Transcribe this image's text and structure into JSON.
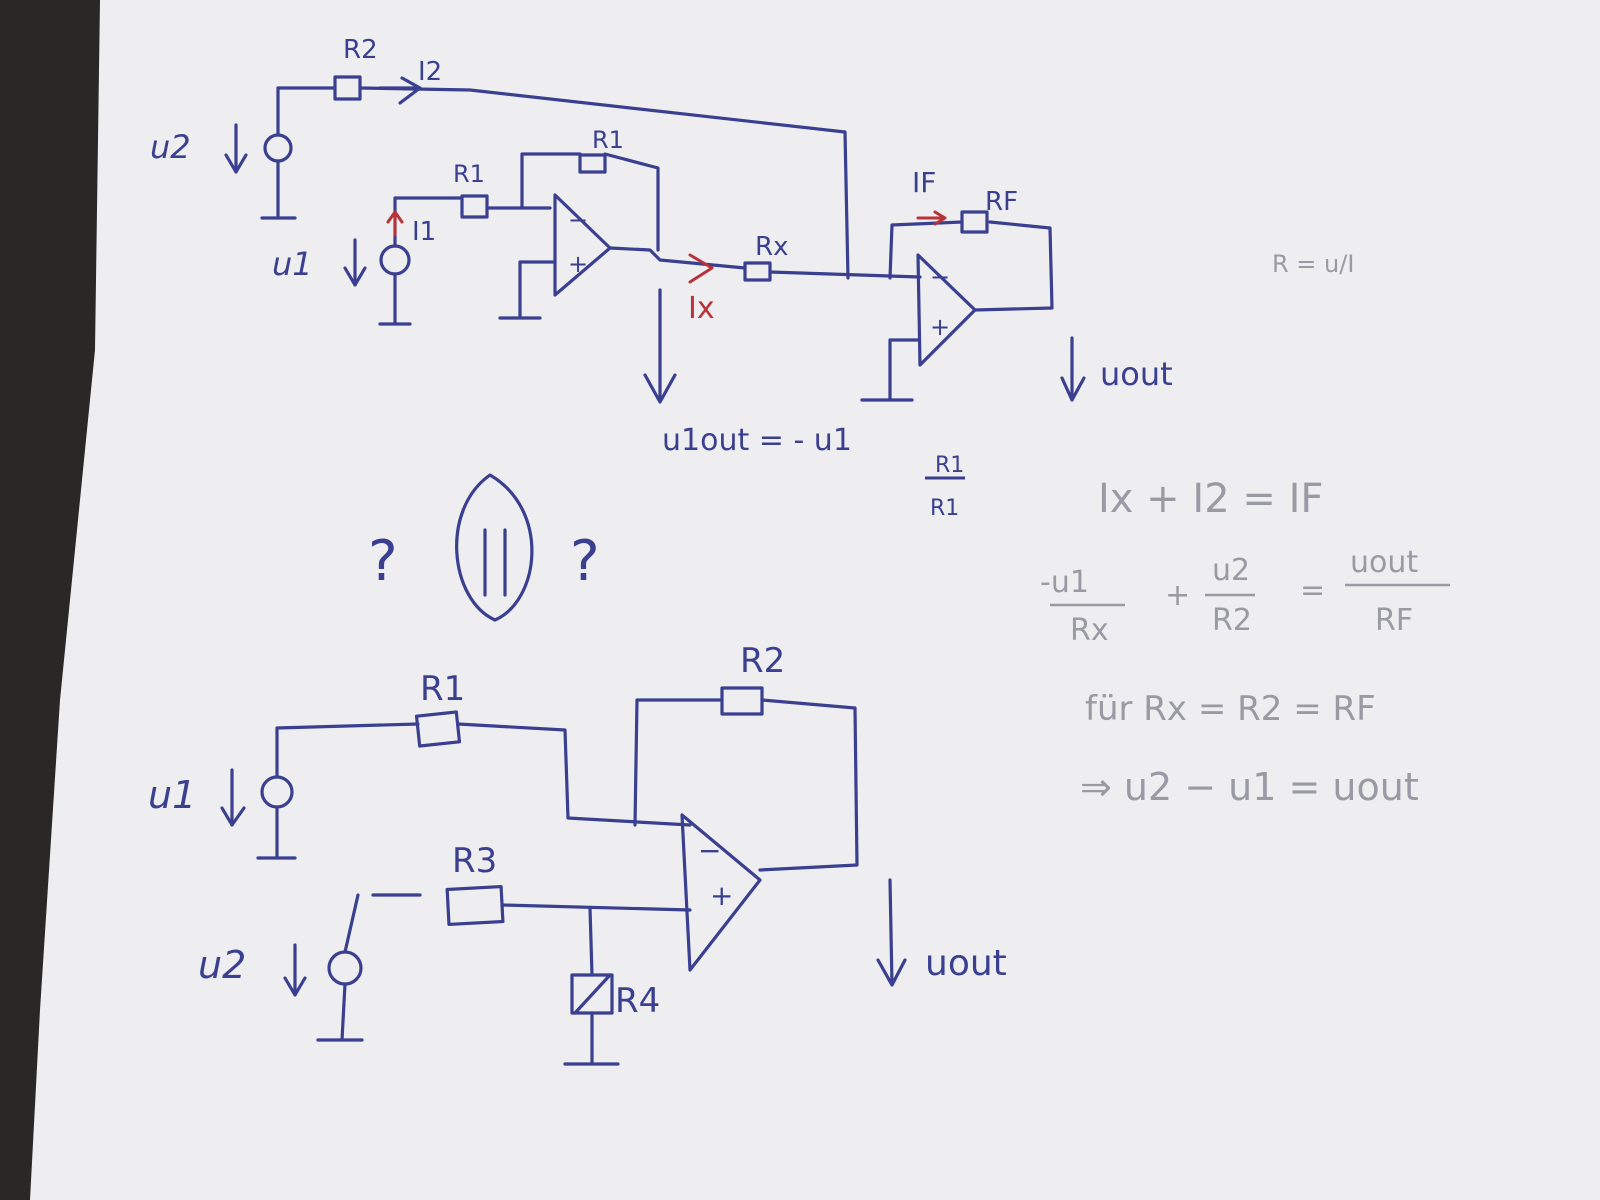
{
  "colors": {
    "ink": "#3a3f8f",
    "red_ink": "#b8323a",
    "pencil": "#9a9aa4",
    "paper": "#eeeef0",
    "background": "#2a2826"
  },
  "top_circuit": {
    "r2_label": "R2",
    "i2_label": "I2",
    "u2_label": "u2",
    "r1_input_label": "R1",
    "r1_feedback_label": "R1",
    "i1_label": "I1",
    "u1_label": "u1",
    "rx_label": "Rx",
    "ix_label": "Ix",
    "if_label": "IF",
    "rf_label": "RF",
    "uout_label": "uout",
    "u1out_equation": "u1out = - u1",
    "u1out_fraction_num": "R1",
    "u1out_fraction_den": "R1",
    "minus_sign": "−",
    "plus_sign": "+"
  },
  "middle": {
    "question_left": "?",
    "question_right": "?"
  },
  "bottom_circuit": {
    "r1_label": "R1",
    "r2_label": "R2",
    "r3_label": "R3",
    "r4_label": "R4",
    "u1_label": "u1",
    "u2_label": "u2",
    "uout_label": "uout",
    "minus_sign": "−",
    "plus_sign": "+"
  },
  "notes": {
    "ohm_note": "R = u/I",
    "current_sum": "Ix + I2 = IF",
    "eq_term1_num": "-u1",
    "eq_term1_den": "Rx",
    "eq_plus": "+",
    "eq_term2_num": "u2",
    "eq_term2_den": "R2",
    "eq_equals": "=",
    "eq_rhs_num": "uout",
    "eq_rhs_den": "RF",
    "condition": "für Rx = R2 = RF",
    "result": "⇒  u2 − u1 = uout"
  }
}
